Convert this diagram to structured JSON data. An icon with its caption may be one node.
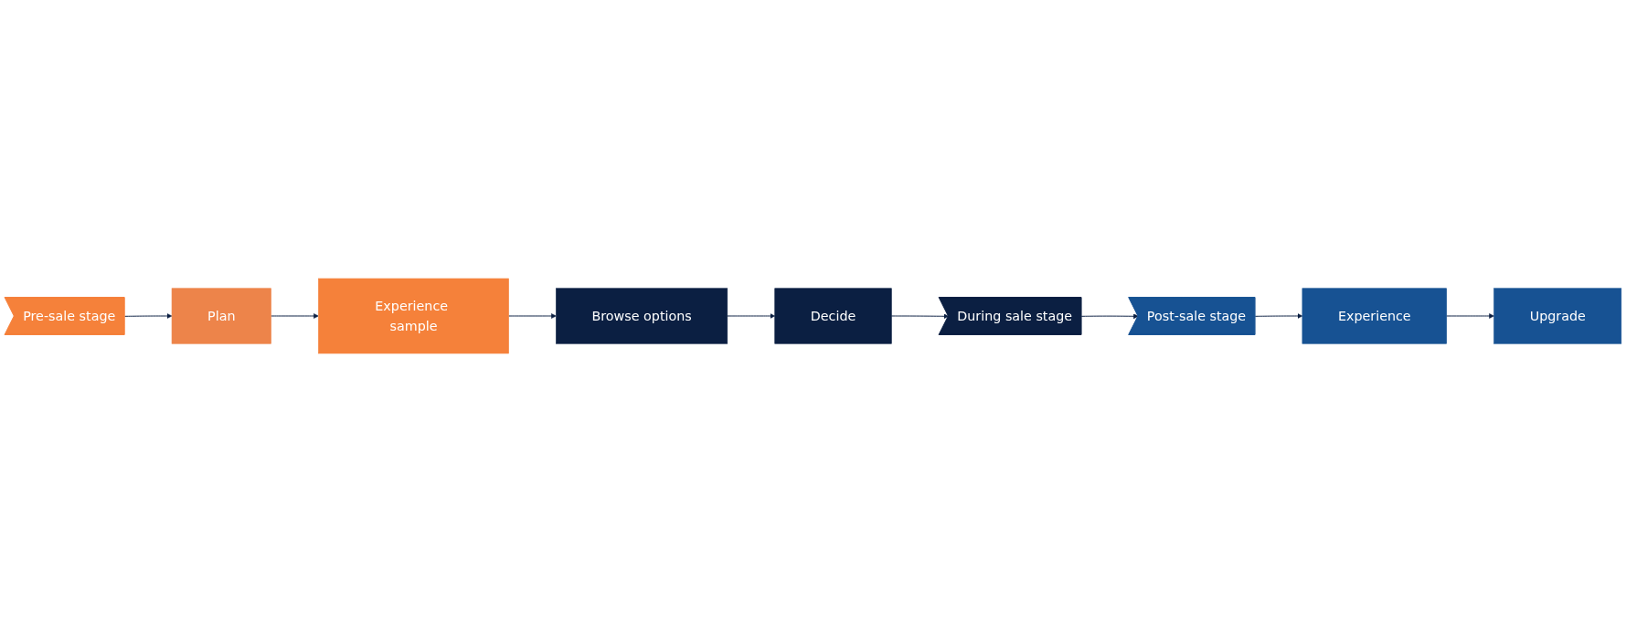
{
  "diagram": {
    "nodes": [
      {
        "text": [
          "Pre-sale stage"
        ]
      },
      {
        "text": [
          "Plan"
        ]
      },
      {
        "text": [
          "Experience sample"
        ]
      },
      {
        "text": [
          "During sale stage"
        ]
      },
      {
        "text": [
          "Decide"
        ]
      },
      {
        "text": [
          "Browse options"
        ]
      },
      {
        "text": [
          "Post-sale stage"
        ]
      },
      {
        "text": [
          "Experience"
        ]
      },
      {
        "text": [
          "Upgrade"
        ]
      }
    ],
    "edges": [
      {
        "from": 0,
        "to": 1,
        "arrow": "to"
      },
      {
        "from": 1,
        "to": 2,
        "arrow": "to"
      },
      {
        "from": 2,
        "to": 5,
        "arrow": "to"
      },
      {
        "from": 5,
        "to": 4,
        "arrow": "to"
      },
      {
        "from": 4,
        "to": 3,
        "arrow": "to"
      },
      {
        "from": 3,
        "to": 6,
        "arrow": "to"
      },
      {
        "from": 6,
        "to": 7,
        "arrow": "to"
      },
      {
        "from": 7,
        "to": 8,
        "arrow": "to"
      }
    ]
  }
}
